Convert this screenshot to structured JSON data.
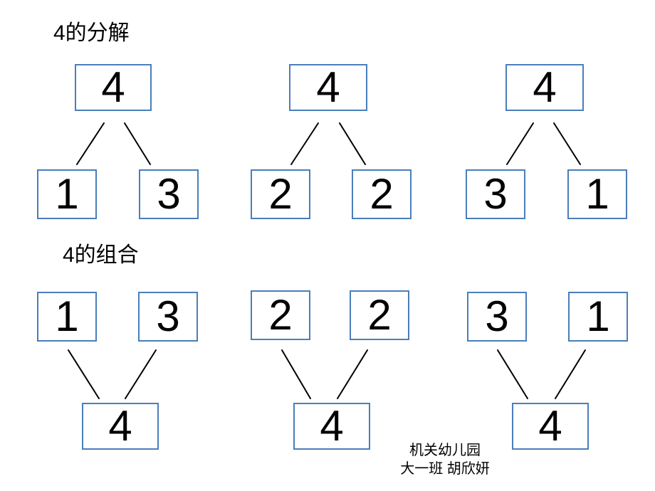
{
  "decomposition": {
    "title": "4的分解",
    "groups": [
      {
        "whole": "4",
        "left": "1",
        "right": "3"
      },
      {
        "whole": "4",
        "left": "2",
        "right": "2"
      },
      {
        "whole": "4",
        "left": "3",
        "right": "1"
      }
    ]
  },
  "composition": {
    "title": "4的组合",
    "groups": [
      {
        "left": "1",
        "right": "3",
        "whole": "4"
      },
      {
        "left": "2",
        "right": "2",
        "whole": "4"
      },
      {
        "left": "3",
        "right": "1",
        "whole": "4"
      }
    ]
  },
  "credit": {
    "line1": "机关幼儿园",
    "line2": "大一班 胡欣妍"
  },
  "colors": {
    "box_border": "#4a7ebb",
    "line": "#000000"
  }
}
